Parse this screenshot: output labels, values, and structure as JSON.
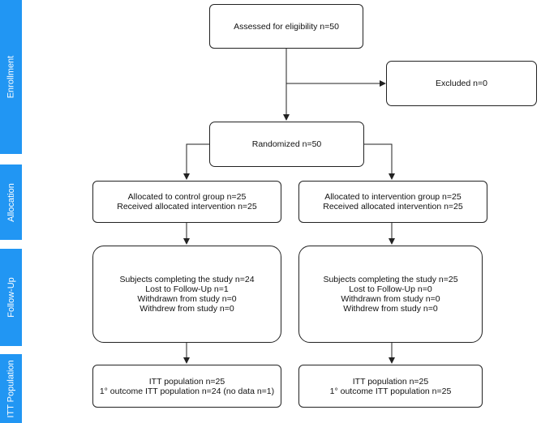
{
  "phases": {
    "enrollment": "Enrollment",
    "allocation": "Allocation",
    "follow_up": "Follow-Up",
    "itt_population": "ITT Population"
  },
  "enrollment": {
    "assessed": "Assessed for eligibility n=50",
    "excluded": "Excluded n=0",
    "randomized": "Randomized n=50"
  },
  "control": {
    "allocation": [
      "Allocated to control group n=25",
      "Received allocated intervention n=25"
    ],
    "follow_up": [
      "Subjects completing the study n=24",
      "Lost to Follow-Up n=1",
      "Withdrawn from study n=0",
      "Withdrew from study n=0"
    ],
    "itt": [
      "ITT population n=25",
      "1° outcome ITT population n=24 (no data n=1)"
    ]
  },
  "intervention": {
    "allocation": [
      "Allocated to intervention group n=25",
      "Received allocated intervention n=25"
    ],
    "follow_up": [
      "Subjects completing the study n=25",
      "Lost to Follow-Up n=0",
      "Withdrawn from study n=0",
      "Withdrew from study n=0"
    ],
    "itt": [
      "ITT population n=25",
      "1° outcome ITT population n=25"
    ]
  },
  "colors": {
    "phase_bar": "#2196f3",
    "border": "#222222"
  }
}
